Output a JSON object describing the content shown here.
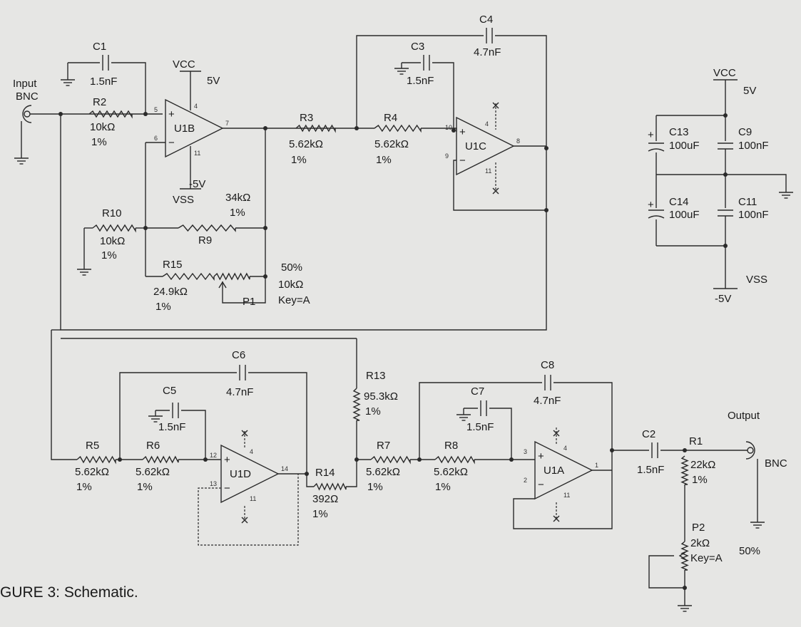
{
  "figure": {
    "caption": "GURE 3: Schematic."
  },
  "input": {
    "line1": "Input",
    "line2": "BNC"
  },
  "output": {
    "label": "Output",
    "bnc": "BNC"
  },
  "opamps": {
    "U1A": {
      "name": "U1A",
      "pin_p": "3",
      "pin_n": "2",
      "pin_out": "1",
      "pin_v1": "4",
      "pin_v2": "11"
    },
    "U1B": {
      "name": "U1B",
      "pin_p": "5",
      "pin_n": "6",
      "pin_out": "7",
      "pin_v1": "4",
      "pin_v2": "11"
    },
    "U1C": {
      "name": "U1C",
      "pin_p": "10",
      "pin_n": "9",
      "pin_out": "8",
      "pin_v1": "4",
      "pin_v2": "11"
    },
    "U1D": {
      "name": "U1D",
      "pin_p": "12",
      "pin_n": "13",
      "pin_out": "14",
      "pin_v1": "4",
      "pin_v2": "11"
    }
  },
  "supply_u1b": {
    "vcc": "VCC",
    "vcc_val": "5V",
    "vss": "VSS",
    "vss_val": "-5V"
  },
  "supply_block": {
    "vcc": "VCC",
    "vcc_val": "5V",
    "vss": "VSS",
    "vss_val": "-5V"
  },
  "resistors": {
    "R1": {
      "ref": "R1",
      "value": "22kΩ",
      "tol": "1%"
    },
    "R2": {
      "ref": "R2",
      "value": "10kΩ",
      "tol": "1%"
    },
    "R3": {
      "ref": "R3",
      "value": "5.62kΩ",
      "tol": "1%"
    },
    "R4": {
      "ref": "R4",
      "value": "5.62kΩ",
      "tol": "1%"
    },
    "R5": {
      "ref": "R5",
      "value": "5.62kΩ",
      "tol": "1%"
    },
    "R6": {
      "ref": "R6",
      "value": "5.62kΩ",
      "tol": "1%"
    },
    "R7": {
      "ref": "R7",
      "value": "5.62kΩ",
      "tol": "1%"
    },
    "R8": {
      "ref": "R8",
      "value": "5.62kΩ",
      "tol": "1%"
    },
    "R9": {
      "ref": "R9",
      "value": "34kΩ",
      "tol": "1%"
    },
    "R10": {
      "ref": "R10",
      "value": "10kΩ",
      "tol": "1%"
    },
    "R13": {
      "ref": "R13",
      "value": "95.3kΩ",
      "tol": "1%"
    },
    "R14": {
      "ref": "R14",
      "value": "392Ω",
      "tol": "1%"
    },
    "R15": {
      "ref": "R15",
      "value": "24.9kΩ",
      "tol": "1%"
    }
  },
  "capacitors": {
    "C1": {
      "ref": "C1",
      "value": "1.5nF"
    },
    "C2": {
      "ref": "C2",
      "value": "1.5nF"
    },
    "C3": {
      "ref": "C3",
      "value": "1.5nF"
    },
    "C4": {
      "ref": "C4",
      "value": "4.7nF"
    },
    "C5": {
      "ref": "C5",
      "value": "1.5nF"
    },
    "C6": {
      "ref": "C6",
      "value": "4.7nF"
    },
    "C7": {
      "ref": "C7",
      "value": "1.5nF"
    },
    "C8": {
      "ref": "C8",
      "value": "4.7nF"
    },
    "C9": {
      "ref": "C9",
      "value": "100nF"
    },
    "C11": {
      "ref": "C11",
      "value": "100nF"
    },
    "C13": {
      "ref": "C13",
      "value": "100uF"
    },
    "C14": {
      "ref": "C14",
      "value": "100uF"
    }
  },
  "pots": {
    "P1": {
      "ref": "P1",
      "value": "10kΩ",
      "key": "Key=A",
      "setting": "50%"
    },
    "P2": {
      "ref": "P2",
      "value": "2kΩ",
      "key": "Key=A",
      "setting": "50%"
    }
  },
  "symbols": {
    "polarity_plus": "+",
    "opamp_plus": "+",
    "opamp_minus": "−",
    "no_connect": "×"
  }
}
